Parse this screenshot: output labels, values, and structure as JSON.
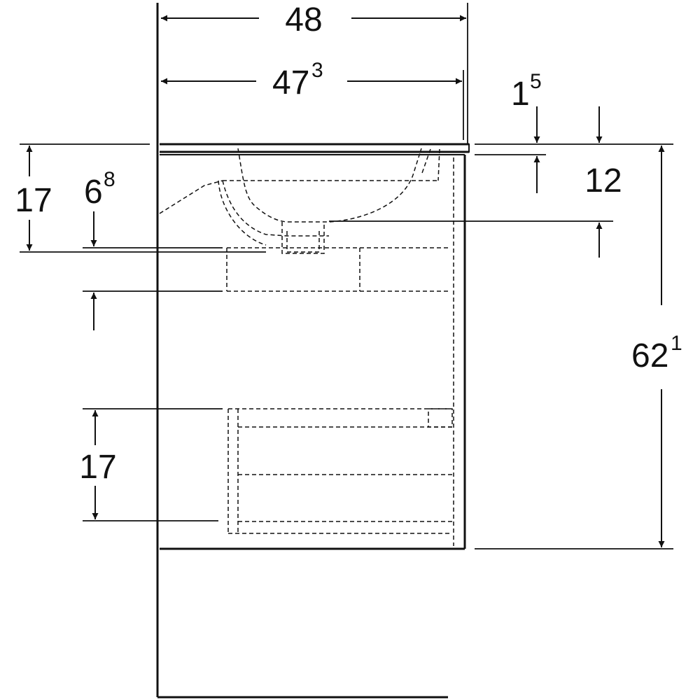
{
  "drawing": {
    "colors": {
      "line": "#111111",
      "background": "#ffffff"
    },
    "dimensions": {
      "overall_width": {
        "value": "48"
      },
      "basin_width": {
        "value": "47",
        "sup": "3"
      },
      "basin_rim_thickness": {
        "value": "1",
        "sup": "5"
      },
      "basin_height": {
        "value": "12"
      },
      "top_section_height": {
        "value": "17"
      },
      "basin_to_drawer_gap": {
        "value": "6",
        "sup": "8"
      },
      "total_height": {
        "value": "62",
        "sup": "1"
      },
      "drawer_height": {
        "value": "17"
      }
    }
  }
}
